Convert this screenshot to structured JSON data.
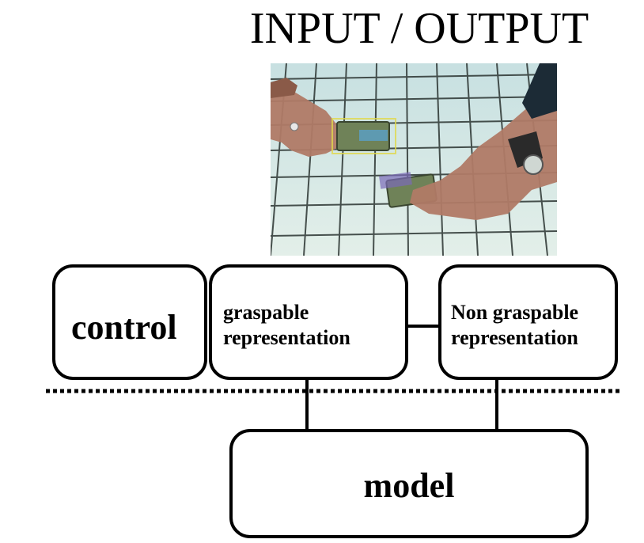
{
  "title": "INPUT / OUTPUT",
  "photo": {
    "icon": "hands-manipulating-bricks-on-grid-photo",
    "colors": {
      "surface": "#d6e8e6",
      "grid": "#2b3431",
      "skin": "#b07a66",
      "brick": "#6f8258"
    }
  },
  "nodes": {
    "control": "control",
    "graspable": {
      "line1": "graspable",
      "line2": "representation"
    },
    "non_graspable": {
      "line1": "Non graspable",
      "line2": "representation"
    },
    "model": "model"
  }
}
